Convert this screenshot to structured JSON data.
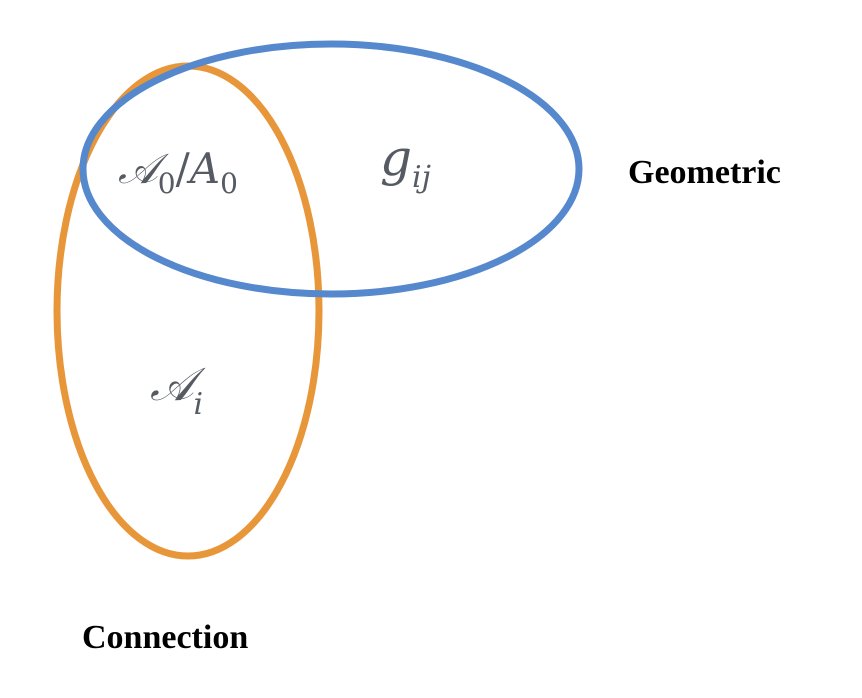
{
  "sets": {
    "connection": {
      "label": "Connection",
      "color": "#E7963A"
    },
    "geometric": {
      "label": "Geometric",
      "color": "#5588CC"
    }
  },
  "regions": {
    "intersection": {
      "script_a": "𝒜",
      "sub_a": "0",
      "slash": "/",
      "plain_a": "A",
      "sub_plain": "0"
    },
    "geometric_only": {
      "base": "g",
      "sub": "ij"
    },
    "connection_only": {
      "base": "𝒜",
      "sub": "i"
    }
  }
}
